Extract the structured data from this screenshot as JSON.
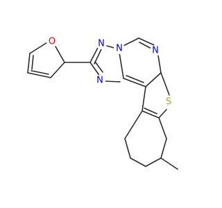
{
  "structure": {
    "atoms": [
      {
        "id": "o_furan",
        "label": "O",
        "color": "#ff0000"
      },
      {
        "id": "n_triazole_a",
        "label": "N",
        "color": "#0000ff"
      },
      {
        "id": "n_triazole_b",
        "label": "N",
        "color": "#0000ff"
      },
      {
        "id": "n_triazole_c",
        "label": "N",
        "color": "#0000ff"
      },
      {
        "id": "n_pyrimidine",
        "label": "N",
        "color": "#0000ff"
      },
      {
        "id": "s_thiophene",
        "label": "S",
        "color": "#c8a000"
      }
    ],
    "bond_color": "#2b2b2b",
    "background": "#ffffff"
  }
}
